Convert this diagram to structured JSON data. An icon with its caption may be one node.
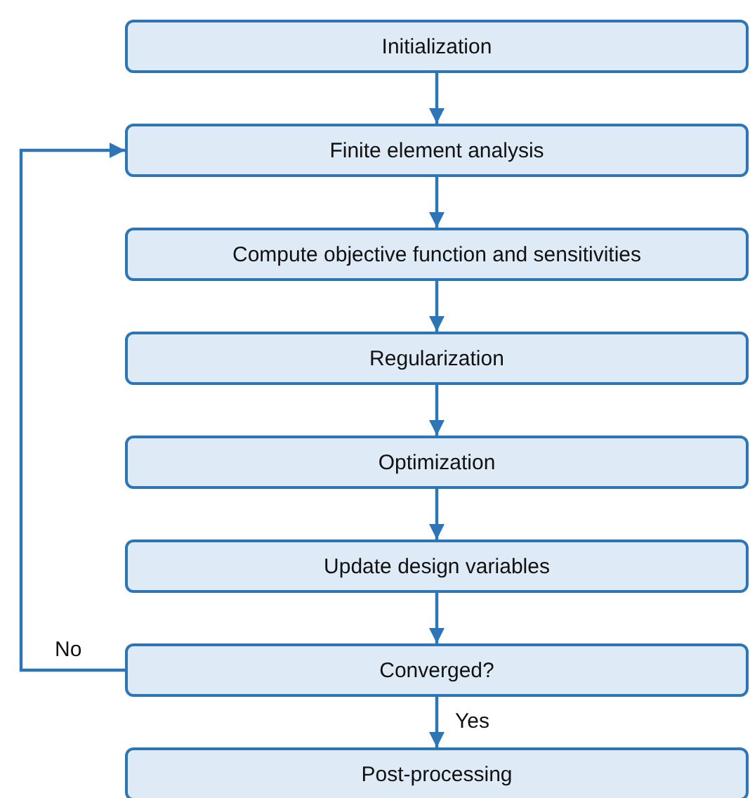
{
  "diagram": {
    "nodes": [
      {
        "text": [
          "Initialization"
        ]
      },
      {
        "text": [
          "Finite element analysis"
        ]
      },
      {
        "text": [
          "Compute objective function and sensitivities"
        ]
      },
      {
        "text": [
          "Regularization"
        ]
      },
      {
        "text": [
          "Optimization"
        ]
      },
      {
        "text": [
          "Update design variables"
        ]
      },
      {
        "text": [
          "Converged?"
        ]
      },
      {
        "text": [
          "Post-processing"
        ]
      }
    ],
    "edges": [
      {
        "from": 0,
        "to": 1,
        "arrow": "to"
      },
      {
        "from": 1,
        "to": 2,
        "arrow": "to"
      },
      {
        "from": 2,
        "to": 3,
        "arrow": "to"
      },
      {
        "from": 3,
        "to": 4,
        "arrow": "to"
      },
      {
        "from": 4,
        "to": 5,
        "arrow": "to"
      },
      {
        "from": 5,
        "to": 6,
        "arrow": "to"
      },
      {
        "from": 6,
        "to": 7,
        "arrow": "to",
        "label": "Yes"
      },
      {
        "from": 6,
        "to": 1,
        "arrow": "to",
        "label": "No"
      }
    ]
  }
}
